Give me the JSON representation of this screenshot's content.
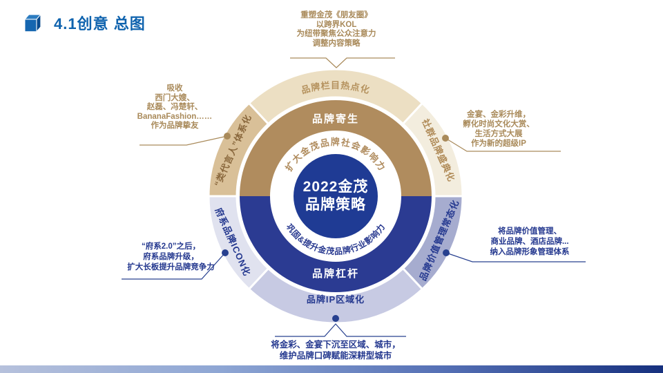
{
  "header": {
    "title": "4.1创意 总图"
  },
  "colors": {
    "title": "#0f63ae",
    "tan_line": "#a98a5a",
    "navy_line": "#27408f",
    "footer_gradient": [
      "#b6c1dc",
      "#8ea6d4",
      "#5570b5",
      "#16307e"
    ]
  },
  "diagram": {
    "center": {
      "lines": [
        "2022金茂",
        "品牌策略"
      ],
      "fill": "#1f3b94",
      "text_color": "#ffffff"
    },
    "inner_arcs": {
      "top": {
        "text": "扩大金茂品牌社会影响力",
        "color": "#b08c5e"
      },
      "bottom": {
        "text": "巩固&提升金茂品牌行业影响力",
        "color": "#27388f"
      }
    },
    "middle_ring": {
      "top_label": "品牌寄生",
      "top_fill": "#b08c5e",
      "bottom_label": "品牌杠杆",
      "bottom_fill": "#2b3b92",
      "text_color": "#ffffff"
    },
    "outer_segments": [
      {
        "id": "top",
        "label": "品牌栏目热点化",
        "fill": "#ecdfc3",
        "text_color": "#b5925e",
        "start": -43,
        "end": 43,
        "label_mode": "arc"
      },
      {
        "id": "upper-right",
        "label": "社群品牌盛典化",
        "fill": "#f3edde",
        "text_color": "#b08b58",
        "start": 43,
        "end": 90,
        "label_mode": "rot",
        "label_angle": 66,
        "label_rot": 66
      },
      {
        "id": "lower-right",
        "label": "品牌价值管理常态化",
        "fill": "#a6accf",
        "text_color": "#24388f",
        "start": 90,
        "end": 137,
        "label_mode": "rot",
        "label_angle": 113,
        "label_rot": -67
      },
      {
        "id": "bottom",
        "label": "品牌IP区域化",
        "fill": "#c7cae3",
        "text_color": "#24388f",
        "start": 137,
        "end": 223,
        "label_mode": "h"
      },
      {
        "id": "lower-left",
        "label": "府系品牌ICON化",
        "fill": "#e0e2ef",
        "text_color": "#24388f",
        "start": 223,
        "end": 270,
        "label_mode": "rot",
        "label_angle": 246,
        "label_rot": 66
      },
      {
        "id": "upper-left",
        "label": "“类代言人”体系化",
        "fill": "#d9c098",
        "text_color": "#8a683d",
        "start": 270,
        "end": 317,
        "label_mode": "rot",
        "label_angle": 294,
        "label_rot": -66
      }
    ],
    "callouts": [
      {
        "id": "top",
        "color": "#a98a5a",
        "lines": [
          "重塑金茂《朋友圈》",
          "以跨界KOL",
          "为纽带聚焦公众注意力",
          "调整内容策略"
        ]
      },
      {
        "id": "upper-left",
        "color": "#a98a5a",
        "lines": [
          "吸收",
          "西门大嫂、",
          "赵磊、冯楚轩、",
          "BananaFashion……",
          "作为品牌挚友"
        ]
      },
      {
        "id": "upper-right",
        "color": "#a98a5a",
        "lines": [
          "金宴、金彩升维，",
          "孵化时尚文化大赏、",
          "生活方式大展",
          "作为新的超级IP"
        ]
      },
      {
        "id": "lower-left",
        "color": "#24388f",
        "lines": [
          "“府系2.0”之后，",
          "府系品牌升级，",
          "扩大长板提升品牌竞争力"
        ]
      },
      {
        "id": "lower-right",
        "color": "#24388f",
        "lines": [
          "将品牌价值管理、",
          "商业品牌、酒店品牌...",
          "纳入品牌形象管理体系"
        ]
      },
      {
        "id": "bottom",
        "color": "#24388f",
        "lines": [
          "将金彩、金宴下沉至区域、城市，",
          "维护品牌口碑赋能深耕型城市"
        ]
      }
    ]
  }
}
